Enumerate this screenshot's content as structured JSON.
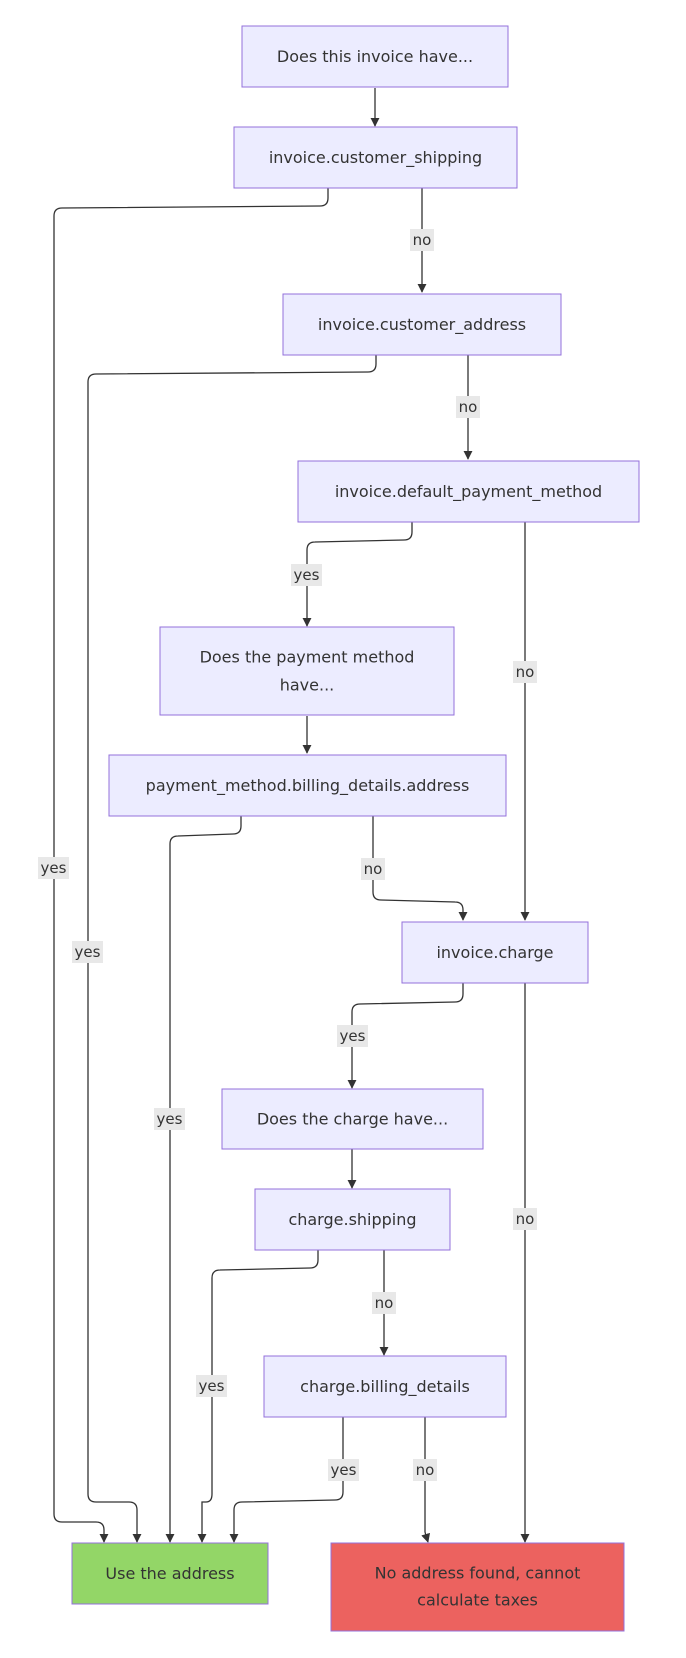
{
  "colors": {
    "node_fill": "#ECECFF",
    "node_stroke": "#9370DB",
    "edge": "#333333",
    "label_bg": "#E8E8E8",
    "success_fill": "#93D667",
    "failure_fill": "#EC625F"
  },
  "nodes": {
    "invoice_start": [
      "Does this invoice have..."
    ],
    "customer_shipping": [
      "invoice.customer_shipping"
    ],
    "customer_address": [
      "invoice.customer_address"
    ],
    "default_payment_method": [
      "invoice.default_payment_method"
    ],
    "payment_method_start": [
      "Does the payment method",
      "have..."
    ],
    "billing_details_address": [
      "payment_method.billing_details.address"
    ],
    "invoice_charge": [
      "invoice.charge"
    ],
    "charge_start": [
      "Does the charge have..."
    ],
    "charge_shipping": [
      "charge.shipping"
    ],
    "charge_billing_details": [
      "charge.billing_details"
    ],
    "use_address": [
      "Use the address"
    ],
    "no_address": [
      "No address found, cannot",
      "calculate taxes"
    ]
  },
  "edge_labels": {
    "yes": "yes",
    "no": "no"
  }
}
